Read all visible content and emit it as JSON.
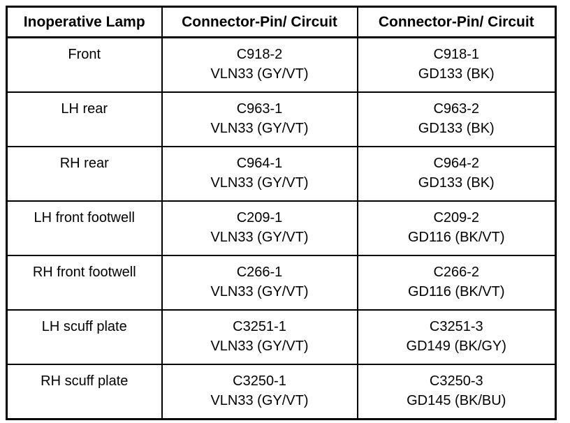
{
  "colors": {
    "border": "#000000",
    "text": "#000000",
    "background": "#ffffff"
  },
  "table": {
    "headers": [
      "Inoperative Lamp",
      "Connector-Pin/ Circuit",
      "Connector-Pin/ Circuit"
    ],
    "rows": [
      {
        "lamp": "Front",
        "col2": [
          "C918-2",
          "VLN33 (GY/VT)"
        ],
        "col3": [
          "C918-1",
          "GD133 (BK)"
        ]
      },
      {
        "lamp": "LH rear",
        "col2": [
          "C963-1",
          "VLN33 (GY/VT)"
        ],
        "col3": [
          "C963-2",
          "GD133 (BK)"
        ]
      },
      {
        "lamp": "RH rear",
        "col2": [
          "C964-1",
          "VLN33 (GY/VT)"
        ],
        "col3": [
          "C964-2",
          "GD133 (BK)"
        ]
      },
      {
        "lamp": "LH front footwell",
        "col2": [
          "C209-1",
          "VLN33 (GY/VT)"
        ],
        "col3": [
          "C209-2",
          "GD116 (BK/VT)"
        ]
      },
      {
        "lamp": "RH front footwell",
        "col2": [
          "C266-1",
          "VLN33 (GY/VT)"
        ],
        "col3": [
          "C266-2",
          "GD116 (BK/VT)"
        ]
      },
      {
        "lamp": "LH scuff plate",
        "col2": [
          "C3251-1",
          "VLN33 (GY/VT)"
        ],
        "col3": [
          "C3251-3",
          "GD149 (BK/GY)"
        ]
      },
      {
        "lamp": "RH scuff plate",
        "col2": [
          "C3250-1",
          "VLN33 (GY/VT)"
        ],
        "col3": [
          "C3250-3",
          "GD145 (BK/BU)"
        ]
      }
    ]
  }
}
